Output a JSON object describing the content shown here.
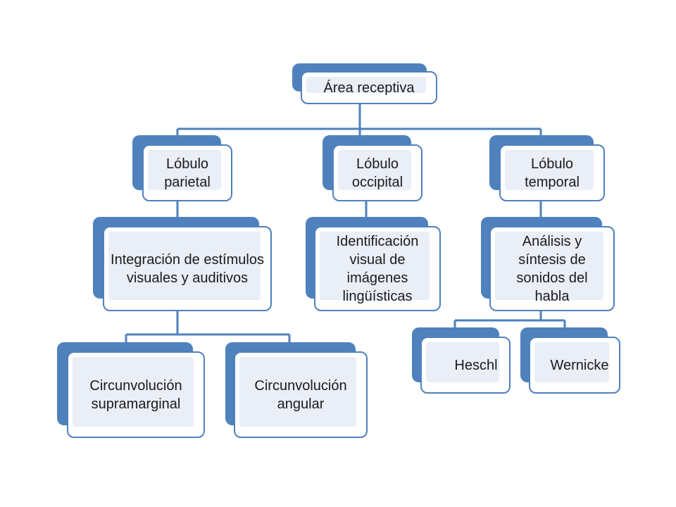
{
  "diagram": {
    "root": {
      "label": "Área receptiva"
    },
    "lobes": [
      {
        "label": "Lóbulo parietal",
        "function": "Integración de estímulos visuales y auditivos",
        "children": [
          "Circunvolución supramarginal",
          "Circunvolución angular"
        ]
      },
      {
        "label": "Lóbulo occipital",
        "function": "Identificación visual de imágenes lingüísticas",
        "children": []
      },
      {
        "label": "Lóbulo temporal",
        "function": "Análisis y síntesis de sonidos del habla",
        "children": [
          "Heschl",
          "Wernicke"
        ]
      }
    ]
  },
  "colors": {
    "accent": "#4f81bd",
    "box_fill": "#ffffff",
    "inner_fill": "#e9eef7",
    "text": "#1b1b1b"
  }
}
